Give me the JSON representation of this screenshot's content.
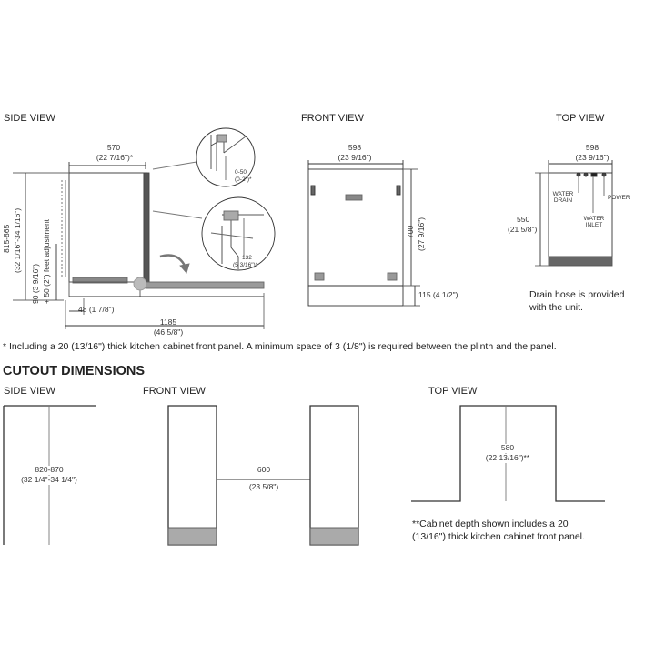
{
  "views": {
    "side": "SIDE VIEW",
    "front": "FRONT VIEW",
    "top": "TOP VIEW"
  },
  "side": {
    "depth_mm": "570",
    "depth_in": "(22 7/16\")*",
    "height_range_mm": "815-865",
    "height_range_in": "(32 1/16\"-34 1/16\")",
    "plinth_mm": "90 (3 9/16\")",
    "feet_adj": "+ 50 (2\") feet adjustment",
    "plinth_depth": "48 (1 7/8\")",
    "door_open_mm": "1185",
    "door_open_in": "(46 5/8\")",
    "detail1_mm": "0-50",
    "detail1_in": "(0-2\")*",
    "detail2_mm": "132",
    "detail2_in": "(5 3/16\")*"
  },
  "front": {
    "width_mm": "598",
    "width_in": "(23 9/16\")",
    "height_mm": "700",
    "height_in": "(27 9/16\")",
    "plinth": "115 (4 1/2\")"
  },
  "top": {
    "width_mm": "598",
    "width_in": "(23 9/16\")",
    "depth_mm": "550",
    "depth_in": "(21 5/8\")",
    "water_drain_1": "WATER",
    "water_drain_2": "DRAIN",
    "water_inlet_1": "WATER",
    "water_inlet_2": "INLET",
    "power": "POWER",
    "drain_note_1": "Drain hose is provided",
    "drain_note_2": "with the unit."
  },
  "footnote": "* Including a 20 (13/16\") thick kitchen cabinet front panel. A minimum space of 3 (1/8\") is required between the plinth and the panel.",
  "cutout": {
    "title": "CUTOUT DIMENSIONS",
    "side_view": "SIDE VIEW",
    "front_view": "FRONT VIEW",
    "top_view": "TOP VIEW",
    "height_mm": "820-870",
    "height_in": "(32 1/4\"-34 1/4\")",
    "width_mm": "600",
    "width_in": "(23 5/8\")",
    "depth_mm": "580",
    "depth_in": "(22 13/16\")**",
    "note_1": "**Cabinet depth shown includes a 20",
    "note_2": "(13/16\") thick kitchen cabinet front panel."
  }
}
